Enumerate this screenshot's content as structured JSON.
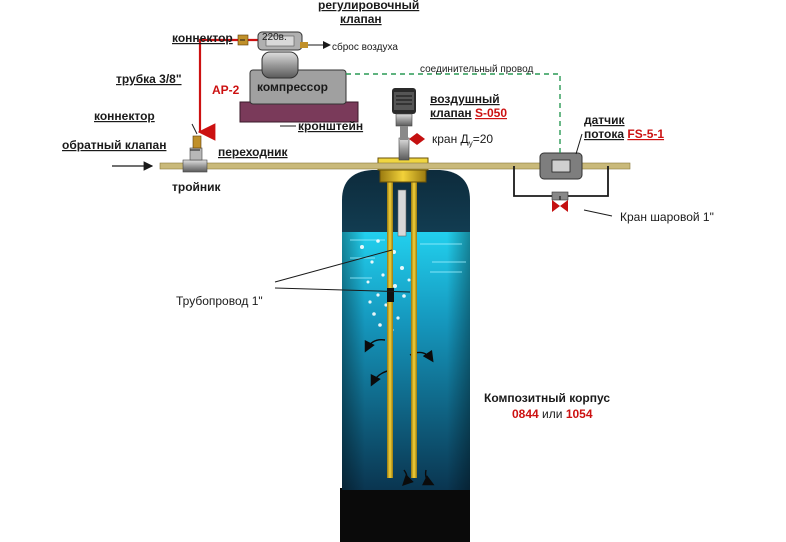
{
  "labels": {
    "regulating_valve_line1": "регулировочный",
    "regulating_valve_line2": "клапан",
    "connector_top": "коннектор",
    "voltage": "220в.",
    "air_release": "сброс воздуха",
    "tube": "трубка 3/8\"",
    "ap2": "АР-2",
    "compressor": "компрессор",
    "connecting_wire": "соединительный провод",
    "connector_left": "коннектор",
    "check_valve": "обратный клапан",
    "adapter": "переходник",
    "tee": "тройник",
    "bracket": "кронштейн",
    "air_valve_line1": "воздушный",
    "air_valve_line2_prefix": "клапан",
    "air_valve_model": "S-050",
    "tap_prefix": "кран Д",
    "tap_sub": "у",
    "tap_value": "=20",
    "flow_sensor_line1": "датчик",
    "flow_sensor_line2_prefix": "потока",
    "flow_sensor_model": "FS-5-1",
    "ball_valve": "Кран шаровой 1\"",
    "pipeline": "Трубопровод 1\"",
    "composite_housing": "Композитный корпус",
    "housing_model_a": "0844",
    "housing_or": "или",
    "housing_model_b": "1054"
  },
  "colors": {
    "water_top": "#1ec8e8",
    "water_bottom": "#0b3f5a",
    "tank_dark": "#0d2a3a",
    "pipe_gold": "#d4b21a",
    "red_tube": "#cc1111",
    "compressor_gray": "#9a9a9a",
    "bracket": "#7a3a5a",
    "dashed_wire": "#2a9a55"
  },
  "icons": {
    "arrow_in": "arrow-right-icon",
    "ball_valve": "ball-valve-icon",
    "tap": "tap-valve-icon"
  }
}
